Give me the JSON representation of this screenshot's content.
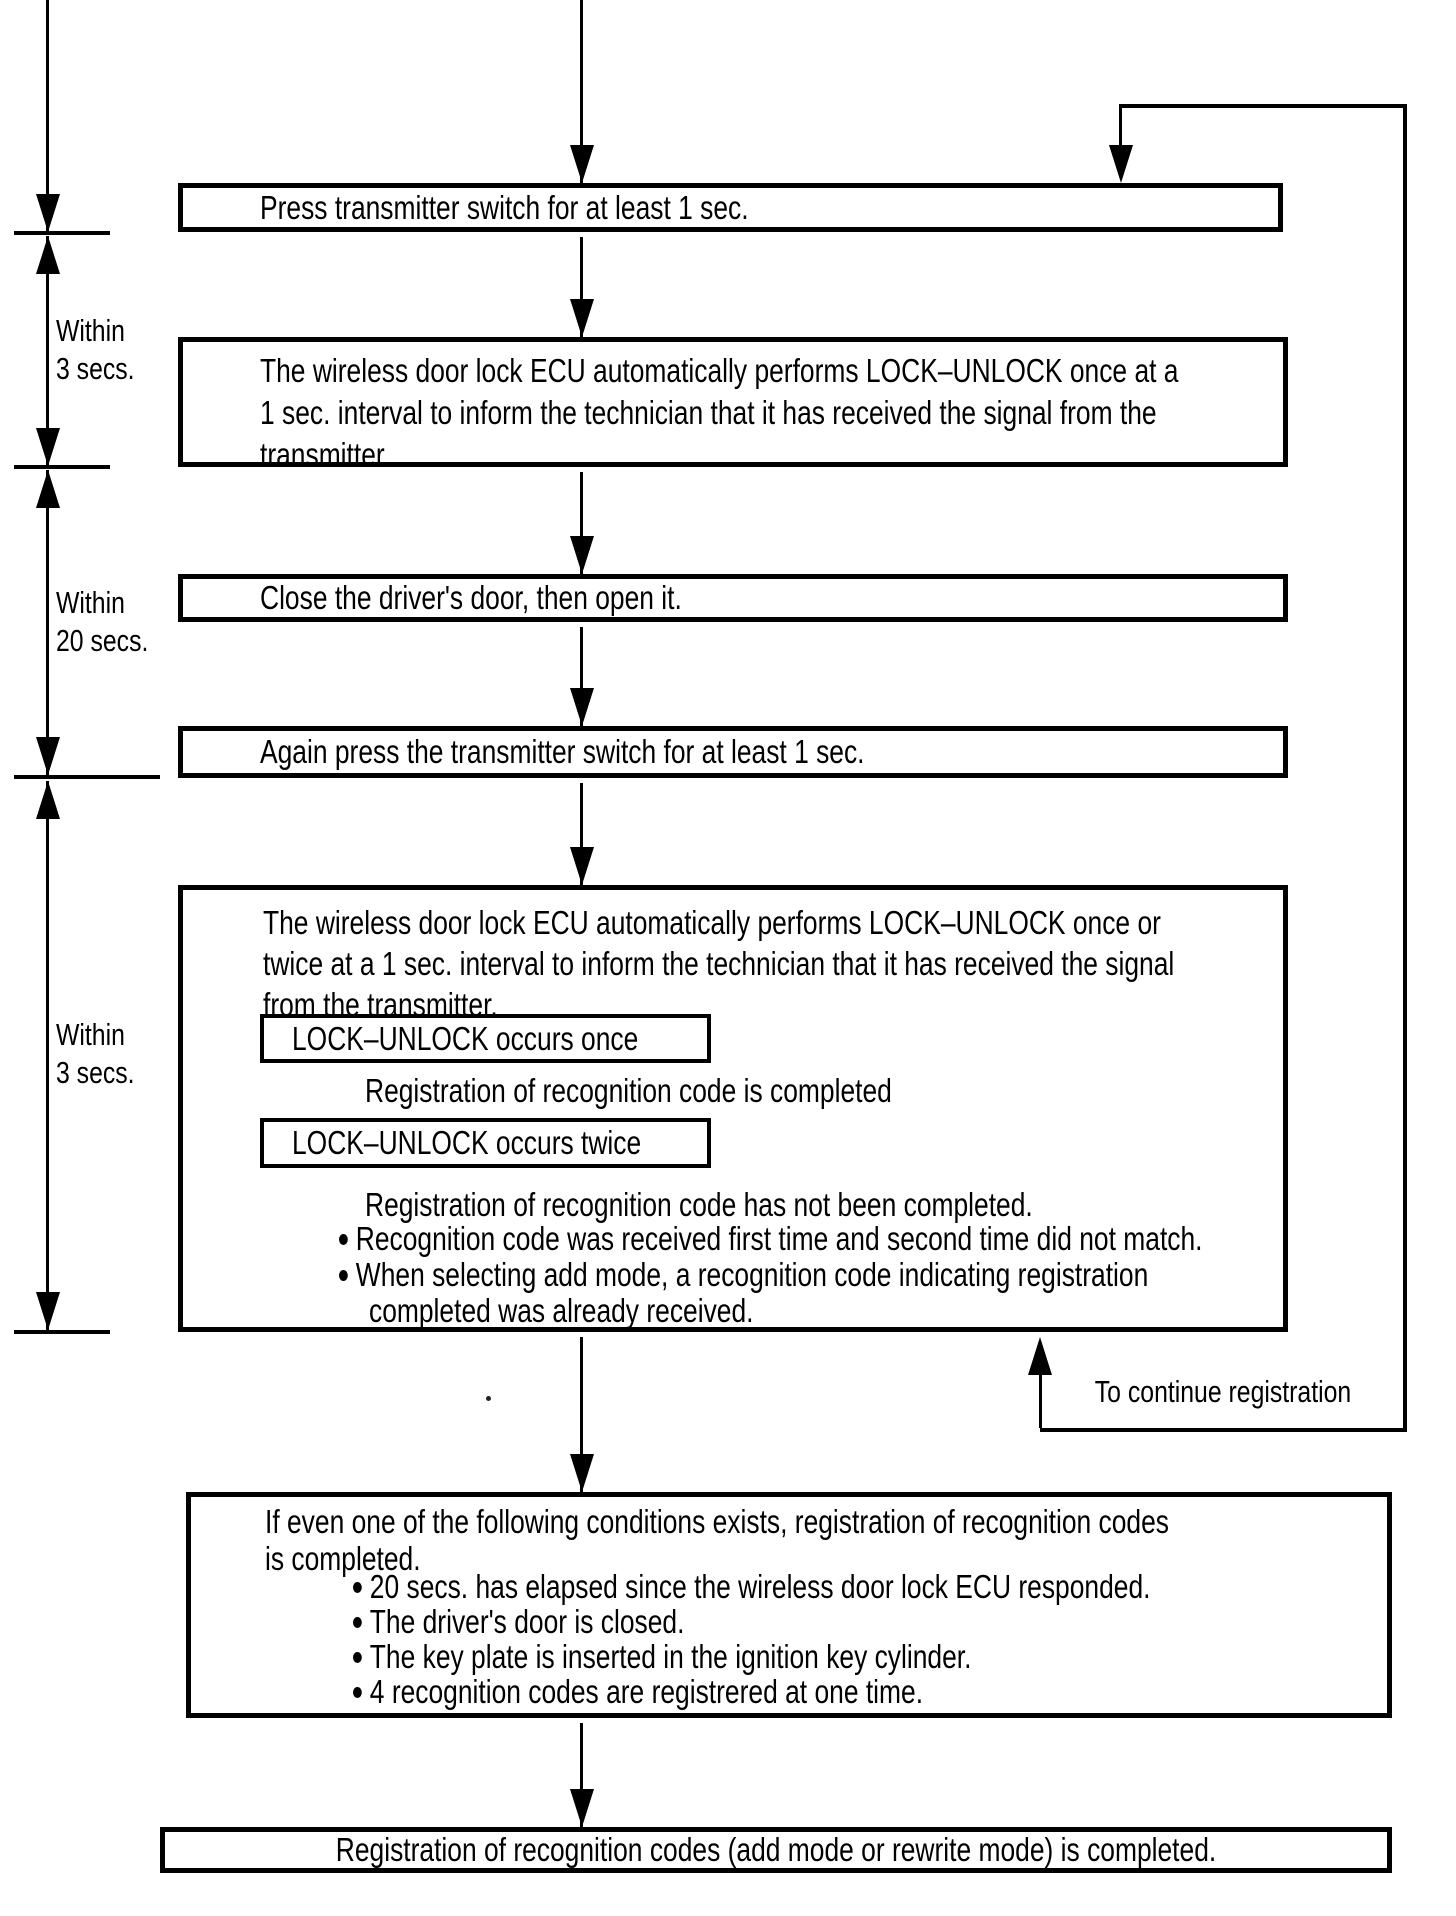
{
  "flow": {
    "step1": {
      "text": "Press transmitter switch for at least 1 sec."
    },
    "step2": {
      "lines": [
        "The wireless door lock ECU automatically performs LOCK–UNLOCK once at a",
        "1 sec. interval to inform the technician that it has received the signal from the",
        "transmitter."
      ]
    },
    "step3": {
      "text": "Close the driver's door, then open it."
    },
    "step4": {
      "text": "Again press the transmitter switch for at least 1 sec."
    },
    "step5": {
      "lines": [
        "The wireless door lock ECU automatically performs LOCK–UNLOCK once or",
        "twice at a 1 sec. interval to inform the technician that it has received the signal",
        "from the transmitter."
      ],
      "once_label": "LOCK–UNLOCK occurs once",
      "once_result": "Registration of recognition code is completed",
      "twice_label": "LOCK–UNLOCK occurs twice",
      "twice_result": "Registration of recognition code has not been completed.",
      "twice_bullet_1": "Recognition code was received first time and second time did not match.",
      "twice_bullet_2_line1": "When selecting add mode, a recognition code indicating registration",
      "twice_bullet_2_line2": "completed was already received."
    },
    "step6": {
      "lines": [
        "If even one of the following conditions exists, registration of recognition codes",
        "is completed."
      ],
      "bullets": [
        "20 secs. has elapsed since the wireless door lock ECU responded.",
        "The driver's door is closed.",
        "The key plate is inserted in the ignition key cylinder.",
        "4 recognition codes are registrered at one time."
      ]
    },
    "step7": {
      "text": "Registration of recognition codes (add mode or rewrite mode) is completed."
    },
    "loop_label": "To continue registration",
    "timers": [
      {
        "lines": [
          "Within",
          "3 secs."
        ]
      },
      {
        "lines": [
          "Within",
          "20 secs."
        ]
      },
      {
        "lines": [
          "Within",
          "3 secs."
        ]
      }
    ]
  },
  "icons": {
    "arrow_down": "solid-triangle-down",
    "arrow_up": "solid-triangle-up",
    "bullet": "filled-circle"
  },
  "colors": {
    "ink": "#000000",
    "paper": "#ffffff"
  }
}
